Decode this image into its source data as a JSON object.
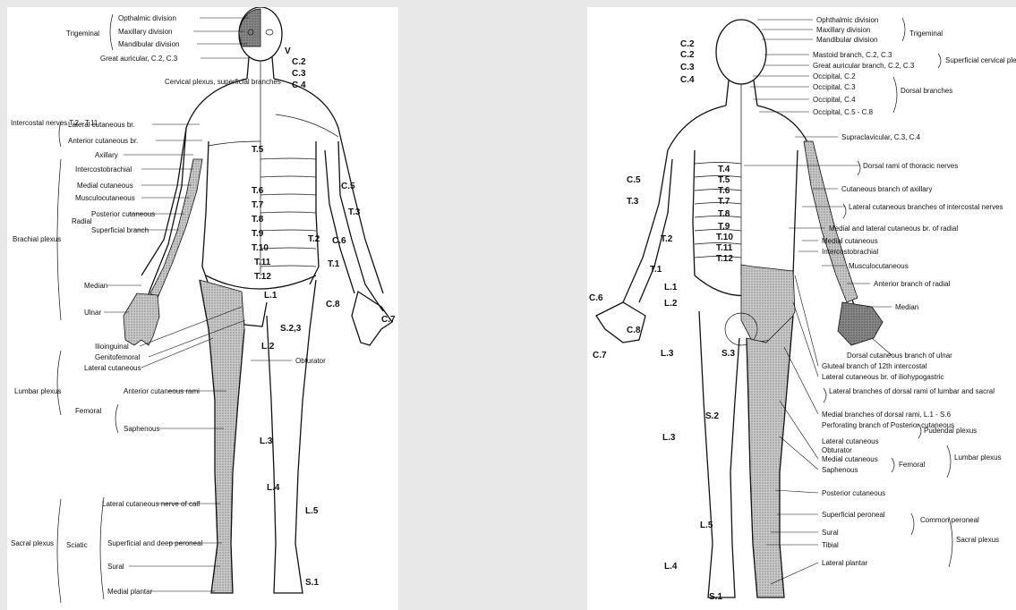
{
  "front": {
    "segments": [
      "V",
      "C.2",
      "C.3",
      "C.4",
      "T.5",
      "T.6",
      "T.7",
      "T.8",
      "T.9",
      "T.10",
      "T.11",
      "T.12",
      "L.1",
      "L.2",
      "L.3",
      "L.4",
      "L.5",
      "S.1",
      "S.2,3",
      "C.5",
      "T.3",
      "T.2",
      "C.6",
      "T.1",
      "C.8",
      "C.7"
    ],
    "left_groups": {
      "trigeminal": "Trigeminal",
      "intercostal": "Intercostal nerves T.2 - T.11",
      "brachial": "Brachial plexus",
      "lumbar": "Lumbar plexus",
      "sacral": "Sacral plexus",
      "radial": "Radial",
      "femoral": "Femoral",
      "sciatic": "Sciatic"
    },
    "labels": {
      "ophthalmic": "Opthalmic division",
      "maxillary": "Maxillary division",
      "mandibular": "Mandibular division",
      "great_auricular": "Great auricular, C.2, C.3",
      "cervical_plexus": "Cervical plexus, superficial branches",
      "lateral_cut": "Lateral cutaneous br.",
      "anterior_cut": "Anterior cutaneous br.",
      "axillary": "Axillary",
      "intercostobrachial": "Intercostobrachial",
      "medial_cut": "Medial cutaneous",
      "musculocut": "Musculocutaneous",
      "posterior_cut": "Posterior cutaneous",
      "superficial_branch": "Superficial branch",
      "median": "Median",
      "ulnar": "Ulnar",
      "ilioinguinal": "Ilioinguinal",
      "genitofemoral": "Genitofemoral",
      "lateral_cutaneous": "Lateral cutaneous",
      "anterior_rami": "Anterior cutaneous rami",
      "saphenous": "Saphenous",
      "obturator": "Obturator",
      "lat_cut_calf": "Lateral cutaneous nerve of calf",
      "sup_deep_peroneal": "Superficial and deep peroneal",
      "sural": "Sural",
      "medial_plantar": "Medial plantar"
    }
  },
  "back": {
    "segments": [
      "C.2",
      "C.2",
      "C.3",
      "C.4",
      "C.5",
      "T.3",
      "T.4",
      "T.5",
      "T.6",
      "T.7",
      "T.8",
      "T.9",
      "T.10",
      "T.11",
      "T.12",
      "T.2",
      "T.1",
      "L.1",
      "L.2",
      "C.6",
      "C.8",
      "C.7",
      "L.3",
      "S.3",
      "S.2",
      "L.3",
      "L.5",
      "L.4",
      "S.1"
    ],
    "labels": {
      "ophthalmic": "Ophthalmic division",
      "maxillary": "Maxillary division",
      "mandibular": "Mandibular division",
      "trigeminal": "Trigeminal",
      "mastoid": "Mastoid branch, C.2, C.3",
      "great_auricular": "Great auricular branch, C.2, C.3",
      "superficial_cervical": "Superficial cervical plexus",
      "occipital_c2": "Occipital, C.2",
      "occipital_c3": "Occipital, C.3",
      "occipital_c4": "Occipital, C.4",
      "occipital_c5": "Occipital, C.5 - C.8",
      "dorsal_branches": "Dorsal branches",
      "supraclavicular": "Supraclavicular, C.3, C.4",
      "dorsal_rami_thoracic": "Dorsal rami of thoracic nerves",
      "cut_axillary": "Cutaneous branch of axillary",
      "lat_cut_intercostal": "Lateral cutaneous branches of intercostal nerves",
      "medial_lateral_radial": "Medial and lateral cutaneous br. of radial",
      "medial_cut": "Medial cutaneous",
      "intercostobrachial": "Intercostobrachial",
      "musculocut": "Musculocutaneous",
      "anterior_radial": "Anterior branch of radial",
      "median": "Median",
      "dorsal_ulnar": "Dorsal cutaneous branch of ulnar",
      "gluteal_12": "Gluteal branch of 12th intercostal",
      "lat_iliohypo": "Lateral cutaneous br. of iliohypogastric",
      "lat_dorsal_rami": "Lateral branches of dorsal rami of lumbar and sacral",
      "medial_dorsal_rami": "Medial branches of dorsal rami, L.1 - S.6",
      "perforating": "Perforating branch of Posterior cutaneous",
      "pudendal": "Pudendal plexus",
      "lateral_cutaneous": "Lateral cutaneous",
      "obturator": "Obturator",
      "medial_cutaneous": "Medial cutaneous",
      "saphenous": "Saphenous",
      "femoral": "Femoral",
      "lumbar_plexus": "Lumbar plexus",
      "posterior_cut": "Posterior cutaneous",
      "superficial_peroneal": "Superficial peroneal",
      "common_peroneal": "Common peroneal",
      "sural": "Sural",
      "tibial": "Tibial",
      "sacral_plexus": "Sacral plexus",
      "lateral_plantar": "Lateral plantar"
    }
  }
}
